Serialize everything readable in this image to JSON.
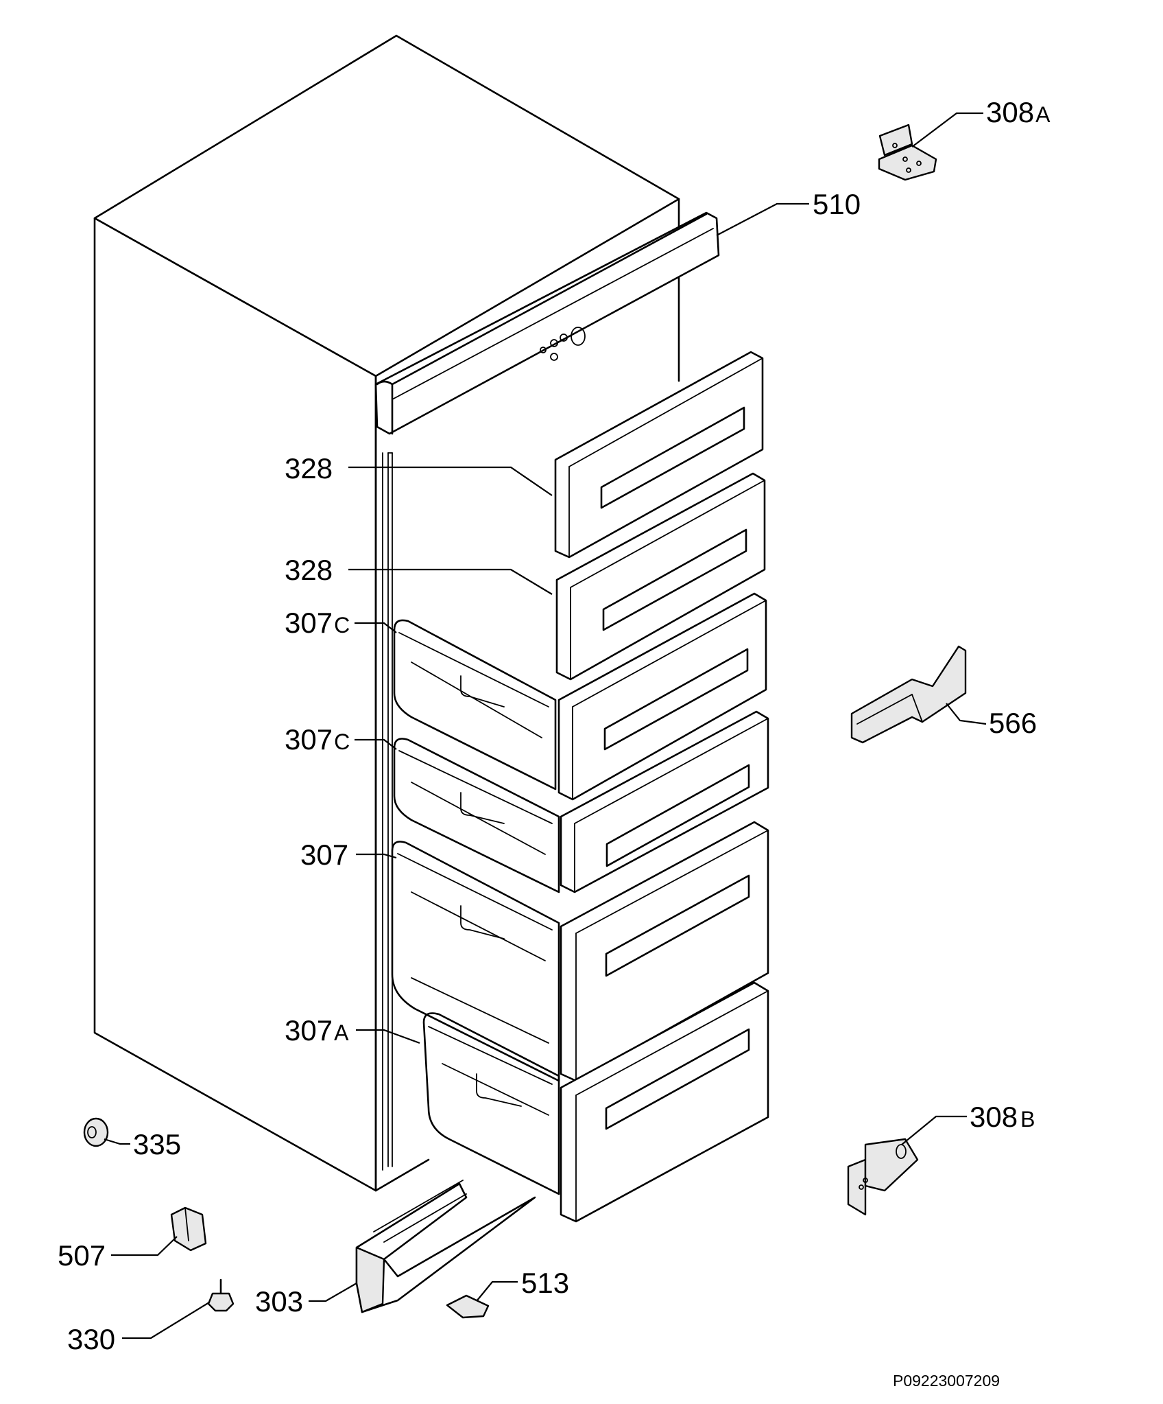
{
  "callouts": {
    "p308A": {
      "num": "308",
      "suffix": "A"
    },
    "p510": {
      "num": "510"
    },
    "p328_upper": {
      "num": "328"
    },
    "p328_lower": {
      "num": "328"
    },
    "p307C_upper": {
      "num": "307",
      "suffix": "C"
    },
    "p307C_lower": {
      "num": "307",
      "suffix": "C"
    },
    "p566": {
      "num": "566"
    },
    "p307": {
      "num": "307"
    },
    "p307A": {
      "num": "307",
      "suffix": "A"
    },
    "p308B": {
      "num": "308",
      "suffix": "B"
    },
    "p335": {
      "num": "335"
    },
    "p507": {
      "num": "507"
    },
    "p303": {
      "num": "303"
    },
    "p513": {
      "num": "513"
    },
    "p330": {
      "num": "330"
    }
  },
  "reference_code": "P09223007209"
}
